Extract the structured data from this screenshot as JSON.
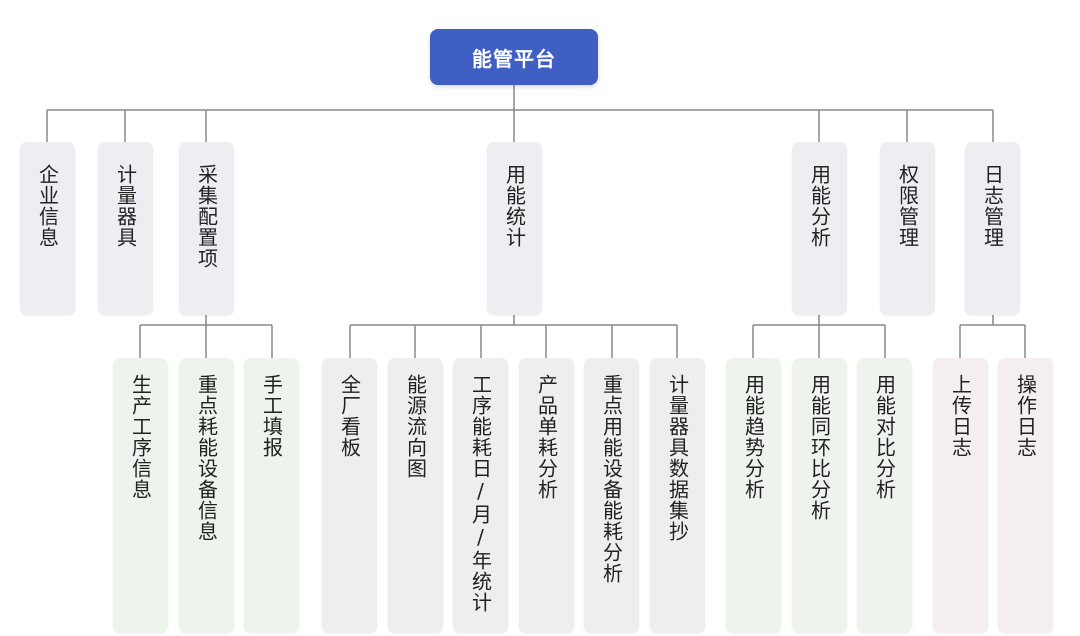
{
  "root": {
    "label": "能管平台"
  },
  "colors": {
    "root": "#3f5fc4",
    "level2": "#eeedf2",
    "group_green": "#eef3ee",
    "group_gray": "#efeeef",
    "group_pink": "#f4eeee",
    "connector": "#888888"
  },
  "level2": [
    {
      "id": "enterprise",
      "label": "企业信息",
      "children": []
    },
    {
      "id": "meter",
      "label": "计量器具",
      "children": []
    },
    {
      "id": "collect",
      "label": "采集配置项",
      "children": [
        {
          "id": "process-info",
          "label": "生产工序信息"
        },
        {
          "id": "key-device-info",
          "label": "重点耗能设备信息"
        },
        {
          "id": "manual-entry",
          "label": "手工填报"
        }
      ]
    },
    {
      "id": "stats",
      "label": "用能统计",
      "children": [
        {
          "id": "plant-board",
          "label": "全厂看板"
        },
        {
          "id": "energy-flow",
          "label": "能源流向图"
        },
        {
          "id": "process-consumption",
          "label": "工序能耗日/月/年统计"
        },
        {
          "id": "unit-consumption",
          "label": "产品单耗分析"
        },
        {
          "id": "key-device-analysis",
          "label": "重点用能设备能耗分析"
        },
        {
          "id": "meter-data",
          "label": "计量器具数据集抄"
        }
      ]
    },
    {
      "id": "analysis",
      "label": "用能分析",
      "children": [
        {
          "id": "trend",
          "label": "用能趋势分析"
        },
        {
          "id": "yoy",
          "label": "用能同环比分析"
        },
        {
          "id": "compare",
          "label": "用能对比分析"
        }
      ]
    },
    {
      "id": "permission",
      "label": "权限管理",
      "children": []
    },
    {
      "id": "log",
      "label": "日志管理",
      "children": [
        {
          "id": "upload-log",
          "label": "上传日志"
        },
        {
          "id": "operation-log",
          "label": "操作日志"
        }
      ]
    }
  ]
}
